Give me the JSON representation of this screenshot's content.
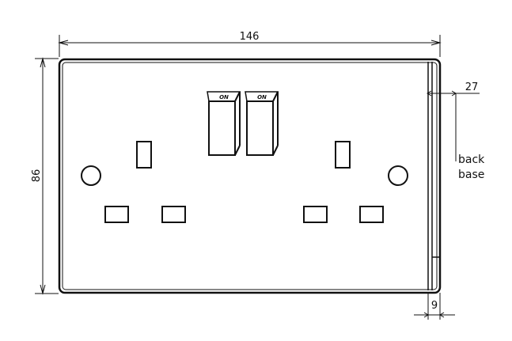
{
  "dimensions": {
    "width": "146",
    "height": "86",
    "depth": "27",
    "front_depth": "9"
  },
  "note": {
    "line1": "back",
    "line2": "base"
  },
  "switches": {
    "left_label": "ON",
    "right_label": "ON"
  },
  "colors": {
    "stroke": "#111111",
    "background": "#ffffff"
  }
}
